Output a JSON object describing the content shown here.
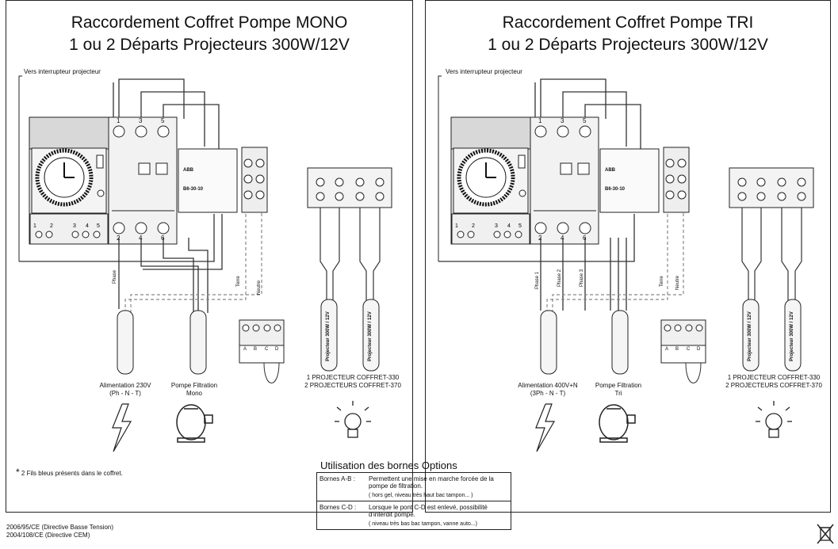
{
  "mono": {
    "title_line1": "Raccordement Coffret Pompe MONO",
    "title_line2": "1 ou 2 Départs Projecteurs 300W/12V",
    "switch_label": "Vers interrupteur projecteur",
    "contactor_brand": "ABB",
    "contactor_model": "B6-30-10",
    "wire_phase": "Phase",
    "wire_terre": "Terre",
    "wire_neutre": "Neutre",
    "supply_line1": "Alimentation 230V",
    "supply_line2": "(Ph - N - T)",
    "pump_line1": "Pompe Filtration",
    "pump_line2": "Mono",
    "projector_label": "Projecteur 300W / 12V",
    "projector_count_line1": "1 PROJECTEUR COFFRET-330",
    "projector_count_line2": "2 PROJECTEURS COFFRET-370",
    "note_star": "*",
    "note_text": "2 Fils  bleus présents dans le coffret.",
    "terminal_letters": [
      "A",
      "B",
      "C",
      "D"
    ],
    "terminal_top": [
      "1",
      "3",
      "5"
    ],
    "terminal_bottom": [
      "2",
      "4",
      "6"
    ]
  },
  "tri": {
    "title_line1": "Raccordement Coffret Pompe TRI",
    "title_line2": "1 ou 2 Départs Projecteurs 300W/12V",
    "switch_label": "Vers interrupteur projecteur",
    "contactor_brand": "ABB",
    "contactor_model": "B6-30-10",
    "wire_phase1": "Phase 1",
    "wire_phase2": "Phase 2",
    "wire_phase3": "Phase 3",
    "wire_terre": "Terre",
    "wire_neutre": "Neutre",
    "supply_line1": "Alimentation 400V+N",
    "supply_line2": "(3Ph - N - T)",
    "pump_line1": "Pompe Filtration",
    "pump_line2": "Tri",
    "projector_label": "Projecteur 300W / 12V",
    "projector_count_line1": "1 PROJECTEUR COFFRET-330",
    "projector_count_line2": "2 PROJECTEURS COFFRET-370",
    "terminal_letters": [
      "A",
      "B",
      "C",
      "D"
    ],
    "terminal_top": [
      "1",
      "3",
      "5"
    ],
    "terminal_bottom": [
      "2",
      "4",
      "6"
    ]
  },
  "options": {
    "heading": "Utilisation des bornes Options",
    "rows": [
      {
        "key": "Bornes A-B :",
        "text": "Permettent une mise en marche forcée de la pompe de filtration.",
        "sub": "( hors gel, niveau très haut bac tampon... )"
      },
      {
        "key": "Bornes C-D :",
        "text": "Lorsque le pont C-D est enlevé, possibilité d'interdit pompe.",
        "sub": "( niveau très bas bac tampon, vanne auto...)"
      }
    ]
  },
  "footer": {
    "line1": "2006/95/CE (Directive Basse Tension)",
    "line2": "2004/108/CE (Directive CEM)"
  },
  "icons": [
    "lightning-icon",
    "pump-icon",
    "lamp-icon",
    "clock-timer-icon",
    "weee-bin-icon"
  ]
}
